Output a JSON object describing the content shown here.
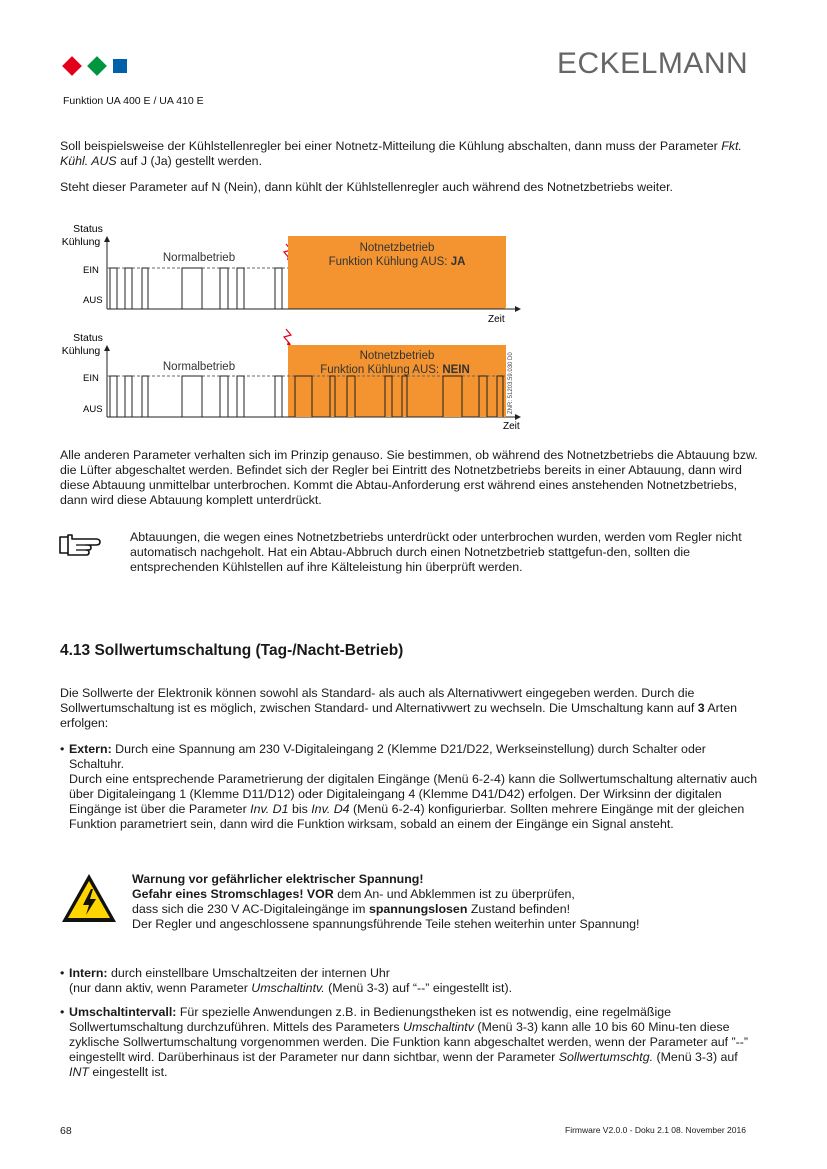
{
  "header": {
    "brand": "ECKELMANN",
    "subtitle": "Funktion UA 400 E / UA 410 E",
    "colors": {
      "red": "#e2001a",
      "green": "#009640",
      "blue": "#0060a9"
    }
  },
  "intro": {
    "p1_a": "Soll beispielsweise der Kühlstellenregler bei einer Notnetz-Mitteilung die Kühlung abschalten, dann muss der Parameter ",
    "p1_param": "Fkt. Kühl. AUS",
    "p1_b": " auf J (Ja) gestellt werden.",
    "p2": "Steht dieser Parameter auf N (Nein), dann kühlt der Kühlstellenregler auch während des Notnetzbetriebs weiter."
  },
  "diagram": {
    "status_line1": "Status",
    "status_line2": "Kühlung",
    "ein": "EIN",
    "aus": "AUS",
    "zeit": "Zeit",
    "normal": "Normalbetrieb",
    "notnetz": "Notnetzbetrieb",
    "func_label": "Funktion Kühlung AUS: ",
    "val_top": "JA",
    "val_bottom": "NEIN",
    "znr": "ZNR: 51203.59.030 D0",
    "orange": "#f39430",
    "lightning_color": "#e2001a"
  },
  "after": {
    "p": "Alle anderen Parameter verhalten sich im Prinzip genauso. Sie bestimmen, ob während des Notnetzbetriebs die Abtauung bzw. die Lüfter abgeschaltet werden. Befindet sich der Regler bei Eintritt des Notnetzbetriebs bereits in einer Abtauung, dann wird diese Abtauung unmittelbar unterbrochen. Kommt die Abtau-Anforderung erst während eines anstehenden Notnetzbetriebs, dann wird diese Abtauung komplett unterdrückt."
  },
  "note": {
    "icon": "pointing-hand-icon",
    "text": "Abtauungen, die wegen eines Notnetzbetriebs unterdrückt oder unterbrochen wurden, werden vom Regler nicht automatisch nachgeholt. Hat ein Abtau-Abbruch durch einen Notnetzbetrieb stattgefun-den, sollten die entsprechenden Kühlstellen auf ihre Kälteleistung hin überprüft werden."
  },
  "section": {
    "title": "4.13 Sollwertumschaltung (Tag-/Nacht-Betrieb)",
    "intro_a": "Die Sollwerte der Elektronik können sowohl als Standard- als auch als Alternativwert eingegeben werden. Durch die Sollwertumschaltung ist es möglich, zwischen Standard- und Alternativwert zu wechseln. Die Umschaltung kann auf ",
    "intro_num": "3",
    "intro_b": " Arten erfolgen:"
  },
  "bullets": {
    "extern_label": "Extern:",
    "extern_line1": " Durch eine Spannung am 230 V-Digitaleingang 2 (Klemme D21/D22, Werkseinstellung) durch Schalter oder Schaltuhr.",
    "extern_p2_a": "Durch eine entsprechende Parametrierung der digitalen Eingänge (Menü 6-2-4) kann die Sollwertumschaltung alternativ auch über Digitaleingang 1 (Klemme D11/D12) oder Digitaleingang 4 (Klemme D41/D42) erfolgen. Der Wirksinn der digitalen Eingänge ist über die Parameter ",
    "extern_inv1": "Inv. D1",
    "extern_p2_b": " bis ",
    "extern_inv4": "Inv. D4",
    "extern_p2_c": " (Menü 6-2-4) konfigurierbar. Sollten mehrere Eingänge mit der gleichen Funktion parametriert sein, dann wird die Funktion wirksam, sobald an einem der Eingänge ein Signal ansteht.",
    "intern_label": "Intern:",
    "intern_line1": " durch einstellbare Umschaltzeiten der internen Uhr",
    "intern_line2_a": "(nur dann aktiv, wenn Parameter ",
    "intern_param": "Umschaltintv.",
    "intern_line2_b": " (Menü 3-3) auf “--” eingestellt ist).",
    "interval_label": "Umschaltintervall:",
    "interval_a": " Für spezielle Anwendungen z.B. in Bedienungstheken ist es notwendig, eine regelmäßige Sollwertumschaltung durchzuführen. Mittels des Parameters ",
    "interval_param": "Umschaltintv",
    "interval_b": " (Menü 3-3) kann alle 10 bis 60 Minu-ten diese zyklische Sollwertumschaltung vorgenommen werden. Die Funktion kann abgeschaltet werden, wenn der Parameter auf ”--” eingestellt wird. Darüberhinaus ist der Parameter nur dann sichtbar, wenn der Parameter ",
    "interval_param2": "Sollwertumschtg.",
    "interval_c": " (Menü 3-3) auf ",
    "interval_int": "INT",
    "interval_d": " eingestellt ist."
  },
  "warning": {
    "icon": "high-voltage-warning-icon",
    "line1": "Warnung vor gefährlicher elektrischer Spannung!",
    "line2_a": "Gefahr eines Stromschlages! VOR",
    "line2_b": " dem An- und Abklemmen ist zu überprüfen,",
    "line3_a": "dass sich die 230 V AC-Digitaleingänge im ",
    "line3_bold": "spannungslosen",
    "line3_b": " Zustand befinden!",
    "line4": "Der Regler und angeschlossene spannungsführende Teile stehen weiterhin unter Spannung!",
    "yellow": "#ffd500"
  },
  "footer": {
    "page": "68",
    "info": "Firmware V2.0.0 - Doku 2.1   08. November 2016"
  }
}
